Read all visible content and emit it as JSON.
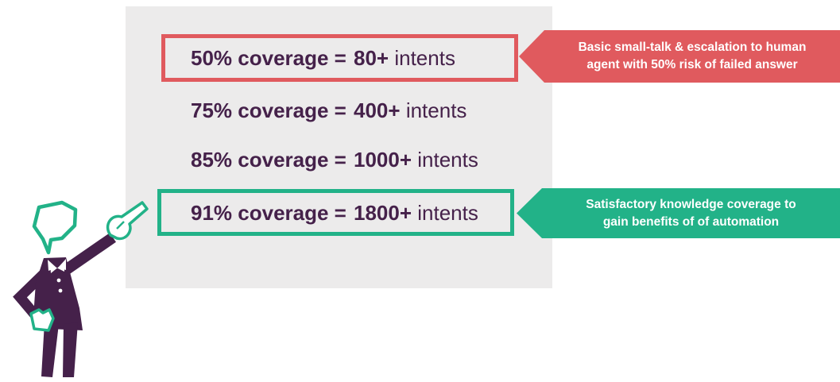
{
  "colors": {
    "panel_bg": "#ECEBEB",
    "text_purple": "#45214A",
    "red_accent": "#E05A5E",
    "green_accent": "#22B288",
    "callout_text": "#FFFFFF"
  },
  "panel": {
    "rows": [
      {
        "coverage": "50% coverage =",
        "intents_value": "80+",
        "intents_word": "intents",
        "highlight": "red"
      },
      {
        "coverage": "75% coverage =",
        "intents_value": "400+",
        "intents_word": "intents",
        "highlight": "none"
      },
      {
        "coverage": "85% coverage =",
        "intents_value": "1000+",
        "intents_word": "intents",
        "highlight": "none"
      },
      {
        "coverage": "91% coverage =",
        "intents_value": "1800+",
        "intents_word": "intents",
        "highlight": "green"
      }
    ]
  },
  "callouts": {
    "red": {
      "line1": "Basic small-talk & escalation to human",
      "line2": "agent with 50% risk of failed answer"
    },
    "green": {
      "line1": "Satisfactory knowledge coverage to",
      "line2": "gain benefits of of automation"
    }
  },
  "icons": {
    "mascot": "pointing-mascot-character",
    "speech_bubble": "speech-bubble-head-icon",
    "pointing_hand": "pointing-hand-icon"
  }
}
